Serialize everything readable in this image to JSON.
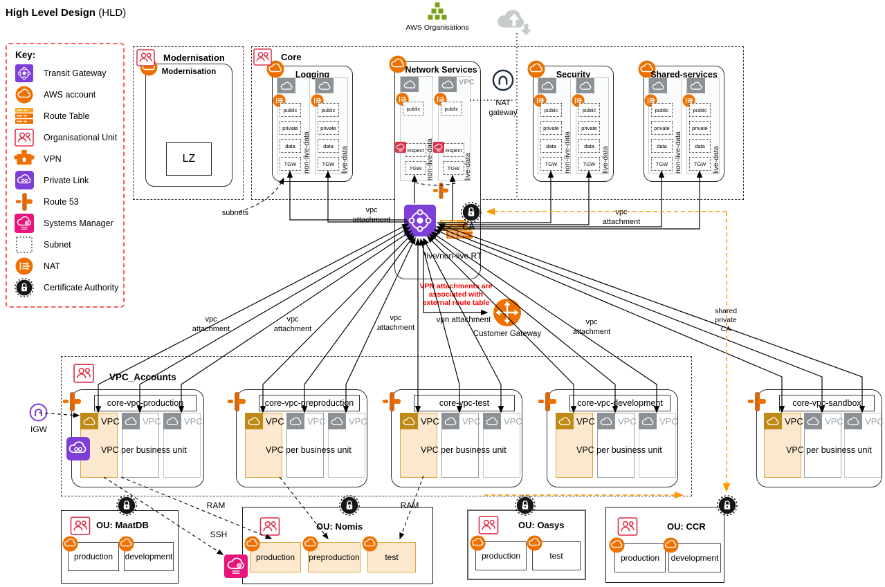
{
  "title": {
    "main": "High Level Design",
    "suffix": " (HLD)"
  },
  "key": {
    "heading": "Key:",
    "items": [
      {
        "icon": "transit-gateway-icon",
        "label": "Transit Gateway"
      },
      {
        "icon": "aws-account-icon",
        "label": "AWS account"
      },
      {
        "icon": "route-table-icon",
        "label": "Route Table"
      },
      {
        "icon": "organisational-unit-icon",
        "label": "Organisational Unit"
      },
      {
        "icon": "vpn-icon",
        "label": "VPN"
      },
      {
        "icon": "private-link-icon",
        "label": "Private Link"
      },
      {
        "icon": "route-53-icon",
        "label": "Route 53"
      },
      {
        "icon": "systems-manager-icon",
        "label": "Systems Manager"
      },
      {
        "icon": "subnet-icon",
        "label": "Subnet"
      },
      {
        "icon": "nat-icon",
        "label": "NAT"
      },
      {
        "icon": "certificate-authority-icon",
        "label": "Certificate Authority"
      }
    ]
  },
  "top": {
    "aws_organisations": "AWS Organisations",
    "nat_gateway": "NAT gateway"
  },
  "subnet_labels": {
    "public": "public",
    "private": "private",
    "data": "data",
    "tgw": "TGW",
    "inspect": "inspect"
  },
  "column_labels": {
    "non_live": "non-live-data",
    "live": "live-data"
  },
  "modernisation": {
    "ou_title": "Modernisation",
    "account_title": "Modernisation",
    "lz": "LZ"
  },
  "core": {
    "ou_title": "Core",
    "logging_title": "Logging",
    "security_title": "Security",
    "shared_title": "Shared-services"
  },
  "network_services": {
    "title": "Network Services",
    "vpc_label": "VPC",
    "ca": "CA",
    "rt": "live/non-live RT"
  },
  "connections": {
    "subnets": "subnets",
    "vpc_attachment": "vpc attachment",
    "vpn_attachment": "vpn attachment",
    "customer_gateway": "Customer Gateway",
    "igw": "IGW",
    "ram": "RAM",
    "ssh": "SSH",
    "shared_private_ca": "shared private CA",
    "vpn_note_1": "VPN attachments are",
    "vpn_note_2": "associated with",
    "vpn_note_3": "external route table"
  },
  "vpc_accounts": {
    "title": "VPC_Accounts",
    "vpc_label": "VPC",
    "per_business_unit": "VPC per business unit",
    "accounts": [
      {
        "name": "core-vpc-production"
      },
      {
        "name": "core-vpc-preproduction"
      },
      {
        "name": "core-vpc-test"
      },
      {
        "name": "core-vpc-development"
      },
      {
        "name": "core-vpc-sandbox"
      }
    ]
  },
  "bottom_ous": [
    {
      "title": "OU: MaatDB",
      "envs": [
        {
          "label": "production"
        },
        {
          "label": "development"
        }
      ],
      "highlighted": false
    },
    {
      "title": "OU: Nomis",
      "envs": [
        {
          "label": "production"
        },
        {
          "label": "preproduction"
        },
        {
          "label": "test"
        }
      ],
      "highlighted": true
    },
    {
      "title": "OU: Oasys",
      "envs": [
        {
          "label": "production"
        },
        {
          "label": "test"
        }
      ],
      "highlighted": false
    },
    {
      "title": "OU: CCR",
      "envs": [
        {
          "label": "production"
        },
        {
          "label": "development"
        }
      ],
      "highlighted": false
    }
  ],
  "colors": {
    "aws_orange": "#ED7100",
    "purple": "#7E3FD9",
    "pink": "#E7157B",
    "security_red": "#DD344C",
    "green": "#7AA116",
    "gold_header": "#BF8A17",
    "gray_header": "#8C9196",
    "tan_fill": "#FBE8CE",
    "key_border": "#FF5A5A",
    "note_red": "#FF0000",
    "orange_dashed": "#FF9900"
  }
}
